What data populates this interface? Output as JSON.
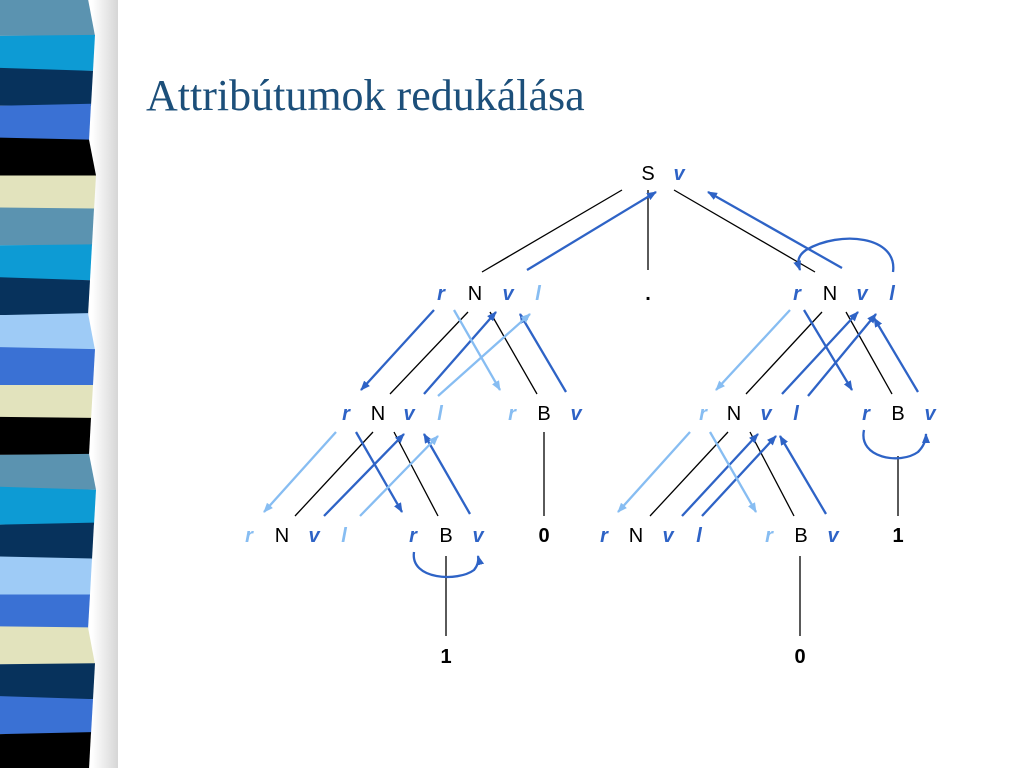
{
  "slide": {
    "title": "Attribútumok redukálása"
  },
  "colors": {
    "title": "#1c4f7a",
    "attr_dark": "#2e63c6",
    "attr_light": "#87bdf2",
    "stripe": [
      "#5b93b0",
      "#0d9bd4",
      "#07325c",
      "#3a71d4",
      "#000000",
      "#e2e3bd",
      "#5b93b0",
      "#0d9bd4",
      "#07325c",
      "#9ecbf6",
      "#3a71d4",
      "#e2e3bd",
      "#000000",
      "#5b93b0",
      "#0d9bd4",
      "#07325c",
      "#9ecbf6",
      "#3a71d4",
      "#e2e3bd",
      "#07325c",
      "#3a71d4",
      "#000000"
    ]
  },
  "tree": {
    "root": {
      "symbol": "S",
      "attrs": [
        "v"
      ]
    },
    "level1_left": {
      "symbol": "N",
      "attrs": [
        "r",
        "v",
        "l"
      ]
    },
    "level1_dot": {
      "symbol": "."
    },
    "level1_right": {
      "symbol": "N",
      "attrs": [
        "r",
        "v",
        "l"
      ]
    },
    "level2": [
      {
        "symbol": "N",
        "attrs": [
          "r",
          "v",
          "l"
        ]
      },
      {
        "symbol": "B",
        "attrs": [
          "r",
          "v"
        ]
      },
      {
        "symbol": "N",
        "attrs": [
          "r",
          "v",
          "l"
        ]
      },
      {
        "symbol": "B",
        "attrs": [
          "r",
          "v"
        ]
      }
    ],
    "level3": [
      {
        "symbol": "N",
        "attrs": [
          "r",
          "v",
          "l"
        ]
      },
      {
        "symbol": "B",
        "attrs": [
          "r",
          "v"
        ]
      },
      {
        "symbol": "0"
      },
      {
        "symbol": "N",
        "attrs": [
          "r",
          "v",
          "l"
        ]
      },
      {
        "symbol": "B",
        "attrs": [
          "r",
          "v"
        ]
      },
      {
        "symbol": "1"
      }
    ],
    "level4": [
      {
        "symbol": "1"
      },
      {
        "symbol": "0"
      }
    ]
  }
}
